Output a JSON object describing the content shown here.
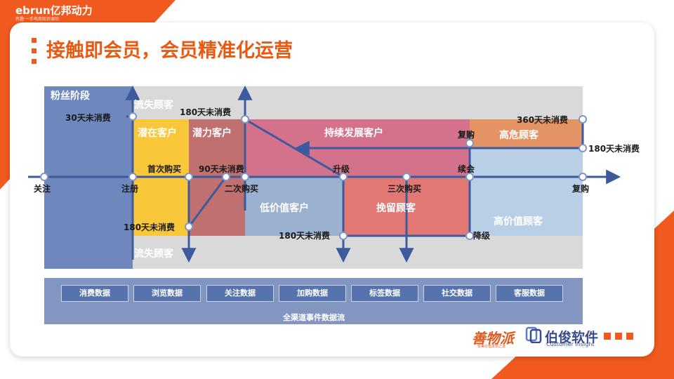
{
  "brand": {
    "name": "ebrun亿邦动力",
    "tagline": "有趣·一手电商知识调动"
  },
  "title": "接触即会员，会员精准化运营",
  "colors": {
    "accent": "#f05a1e",
    "title": "#e85a12",
    "line": "#3d5a9e"
  },
  "stages": {
    "fans": "粉丝阶段",
    "lost_top": "流失顾客",
    "lost_bottom": "流失顾客",
    "potential_yellow": "潜在客户",
    "potential_red": "潜力客户",
    "sustain": "持续发展客户",
    "high_risk": "高危顾客",
    "low_value": "低价值客户",
    "retain": "挽留顾客",
    "high_value": "高价值顾客"
  },
  "events": {
    "follow": "关注",
    "register": "注册",
    "first_buy": "首次购买",
    "ninety_days": "90天未消费",
    "second_buy": "二次购买",
    "upgrade": "升级",
    "third_buy": "三次购买",
    "renew": "续会",
    "rebuy_right": "复购",
    "rebuy_top": "复购",
    "downgrade": "降级",
    "thirty_days": "30天未消费",
    "d180_top": "180天未消费",
    "d180_left": "180天未消费",
    "d180_mid": "180天未消费",
    "d180_right": "180天未消费",
    "d360": "360天未消费"
  },
  "data_sources": [
    "消费数据",
    "浏览数据",
    "关注数据",
    "加购数据",
    "标签数据",
    "社交数据",
    "客服数据"
  ],
  "data_flow_label": "全渠道事件数据流",
  "logos": {
    "left": "善物派",
    "left_sub": "赞美价值发现之道",
    "right": "伯俊软件",
    "right_sub": "Customer Insight"
  }
}
